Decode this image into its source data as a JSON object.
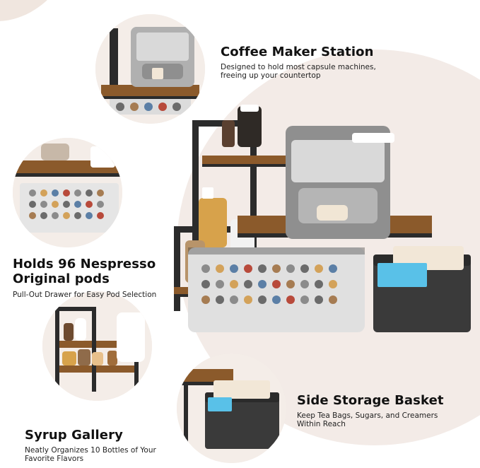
{
  "features": {
    "coffee_maker": {
      "title": "Coffee Maker Station",
      "subtitle": "Designed to hold most capsule machines, freeing up your countertop"
    },
    "pods": {
      "title": "Holds 96 Nespresso Original pods",
      "subtitle": "Pull-Out Drawer for Easy Pod Selection"
    },
    "syrup": {
      "title": "Syrup Gallery",
      "subtitle": "Neatly Organizes 10 Bottles of Your Favorite Flavors"
    },
    "basket": {
      "title": "Side Storage Basket",
      "subtitle": "Keep Tea Bags, Sugars, and Creamers Within Reach"
    }
  },
  "colors": {
    "wood": "#8b5a2b",
    "metal": "#2b2b2b",
    "bg_tint": "#f3ebe7",
    "basket": "#3a3a3a"
  },
  "products": {
    "capsule_drawer": {
      "capacity": 96
    }
  }
}
